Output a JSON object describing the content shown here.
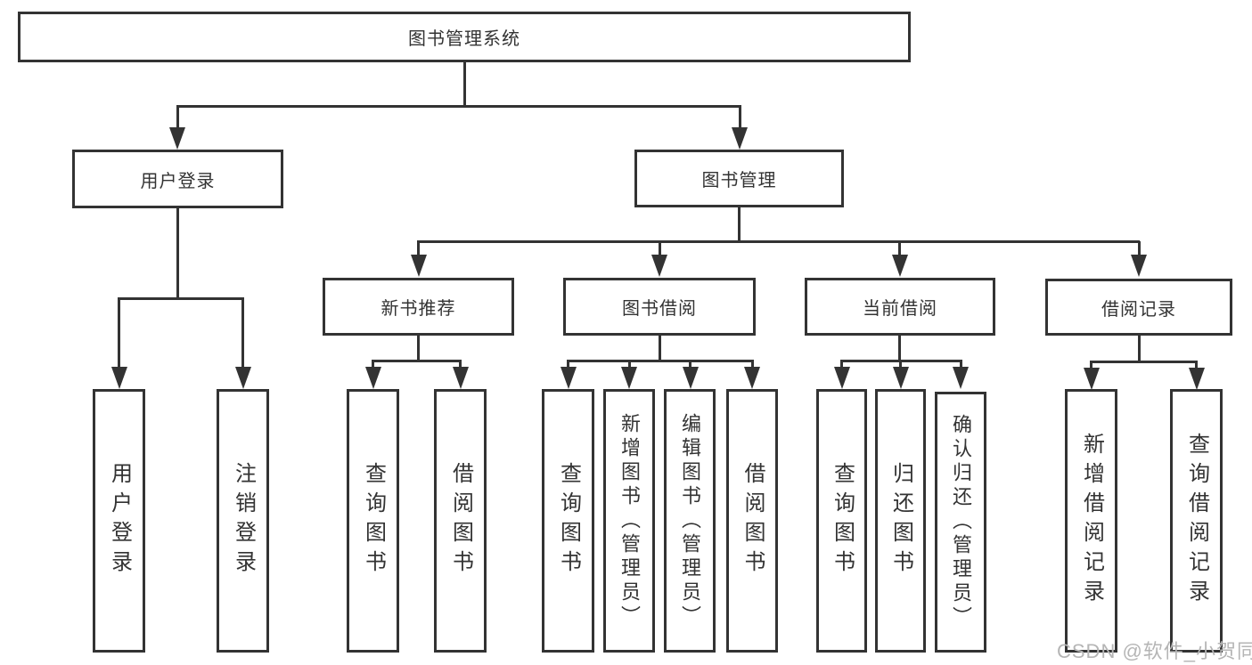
{
  "title": "图书管理系统",
  "watermark": "CSDN @软件_小贺同学",
  "colors": {
    "line": "#333333",
    "box_border": "#333333",
    "box_fill": "#ffffff",
    "text": "#333333",
    "watermark": "#b5b5b5"
  },
  "nodes": {
    "root": "图书管理系统",
    "userLogin": "用户登录",
    "bookMgmt": "图书管理",
    "newBookRec": "新书推荐",
    "bookBorrow": "图书借阅",
    "currentBorrow": "当前借阅",
    "borrowRecord": "借阅记录",
    "loginLeaf": "用户登录",
    "logoutLeaf": "注销登录",
    "queryBook1": "查询图书",
    "borrowBook1": "借阅图书",
    "queryBook2": "查询图书",
    "addBook": "新增图书（管理员）",
    "editBook": "编辑图书（管理员）",
    "borrowBook2": "借阅图书",
    "queryBook3": "查询图书",
    "returnBook": "归还图书",
    "confirmReturn": "确认归还（管理员）",
    "addBorrowRecord": "新增借阅记录",
    "queryBorrowRecord": "查询借阅记录"
  }
}
